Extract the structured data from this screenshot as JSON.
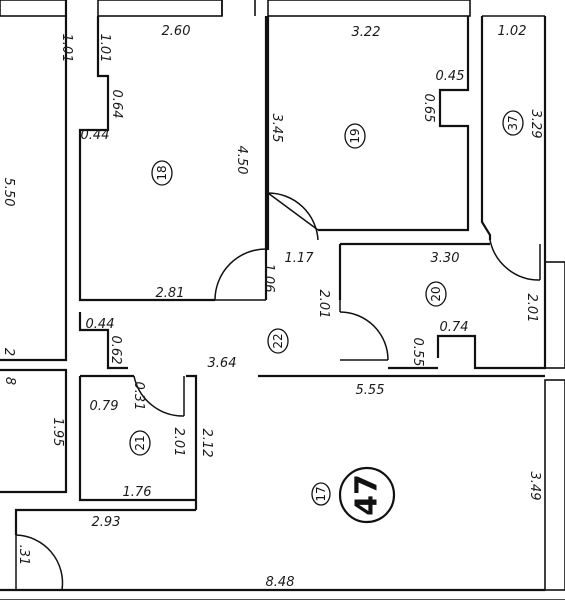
{
  "apartment": {
    "number": "47"
  },
  "rooms": [
    {
      "id": "18"
    },
    {
      "id": "19"
    },
    {
      "id": "37"
    },
    {
      "id": "20"
    },
    {
      "id": "22"
    },
    {
      "id": "21"
    },
    {
      "id": "17"
    }
  ],
  "dimensions": {
    "d_1_01_a": "1.01",
    "d_1_01_b": "1.01",
    "d_5_50": "5.50",
    "d_2": "2",
    "d_8": "8",
    "d_1_95": "1.95",
    "d_2_60": "2.60",
    "d_0_64": "0.64",
    "d_0_44_a": "0.44",
    "d_4_50": "4.50",
    "d_2_81": "2.81",
    "d_3_22": "3.22",
    "d_3_45": "3.45",
    "d_0_45": "0.45",
    "d_0_65": "0.65",
    "d_1_02": "1.02",
    "d_3_29": "3.29",
    "d_1_17": "1.17",
    "d_1_06": "1.06",
    "d_3_30": "3.30",
    "d_2_01_a": "2.01",
    "d_2_01_b": "2.01",
    "d_0_74": "0.74",
    "d_0_55": "0.55",
    "d_0_44_b": "0.44",
    "d_0_62": "0.62",
    "d_3_64": "3.64",
    "d_5_55": "5.55",
    "d_0_79": "0.79",
    "d_0_31_a": "0.31",
    "d_2_01_c": "2.01",
    "d_2_12": "2.12",
    "d_1_76": "1.76",
    "d_2_93": "2.93",
    "d_3_49": "3.49",
    "d_0_31_b": ".31",
    "d_8_48": "8.48"
  }
}
